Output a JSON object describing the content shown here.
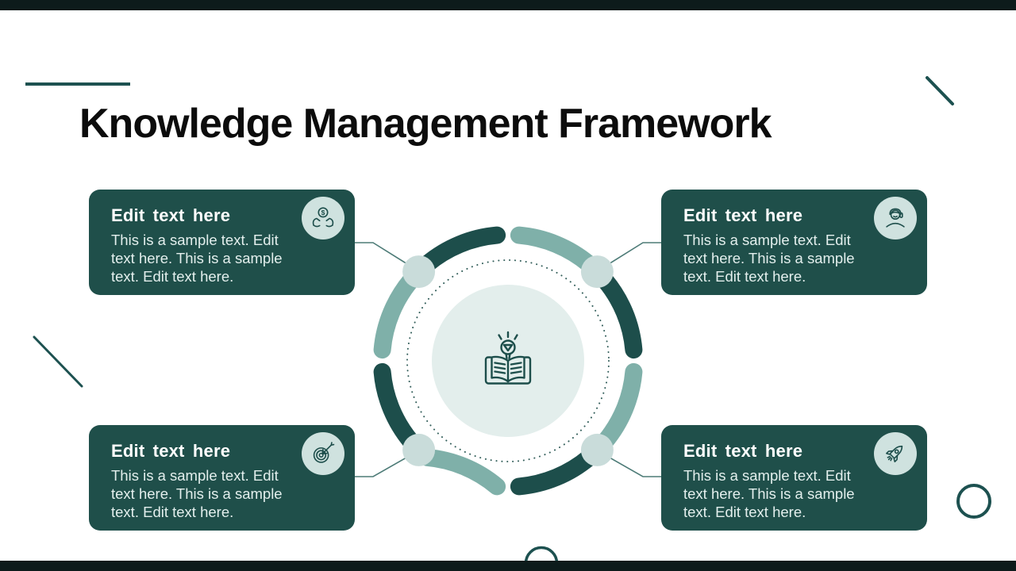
{
  "slide": {
    "title": "Knowledge Management Framework"
  },
  "cards": [
    {
      "position": "top-left",
      "title": "Edit text here",
      "body_lines": [
        "This is a sample text. Edit",
        "text here. This is a sample",
        "text. Edit text here."
      ],
      "icon": "hands-holding-coin"
    },
    {
      "position": "top-right",
      "title": "Edit text here",
      "body_lines": [
        "This is a sample text. Edit",
        "text here. This is a sample",
        "text. Edit text here."
      ],
      "icon": "customer-support-headset"
    },
    {
      "position": "bottom-left",
      "title": "Edit text here",
      "body_lines": [
        "This is a sample text. Edit",
        "text here. This is a sample",
        "text. Edit text here."
      ],
      "icon": "target-with-arrow"
    },
    {
      "position": "bottom-right",
      "title": "Edit text here",
      "body_lines": [
        "This is a sample text. Edit",
        "text here. This is a sample",
        "text. Edit text here."
      ],
      "icon": "rocket"
    }
  ],
  "center": {
    "icon": "open-book-with-lightbulb"
  },
  "colors": {
    "dark_teal": "#1d4e4b",
    "sage": "#7fb0a9",
    "node_circle": "#c9dcda",
    "inner_circle": "#e3eeec",
    "card_background": "#1f4f4a",
    "icon_circle": "#cfe2df",
    "edge_bar": "#0d1b1b",
    "accent_line": "#1d5150",
    "dollar_sign": "$"
  }
}
